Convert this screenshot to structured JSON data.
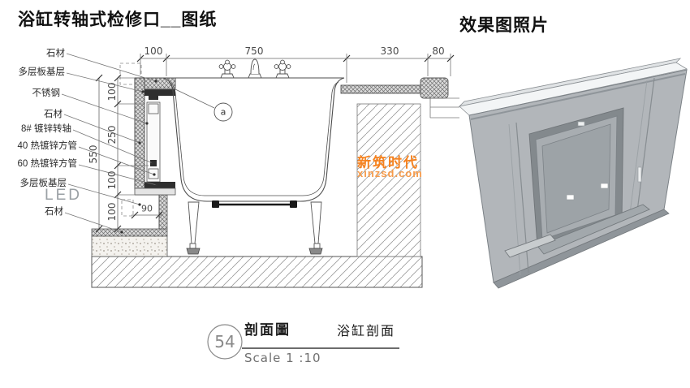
{
  "drawing": {
    "title": "浴缸转轴式检修口__图纸",
    "material_labels": [
      "石材",
      "多层板基层",
      "不锈钢",
      "石材",
      "8# 镀锌转轴",
      "40 热镀锌方管",
      "60 热镀锌方管",
      "多层板基层",
      "LED",
      "石材"
    ],
    "dims": {
      "top": [
        "100",
        "750",
        "330",
        "80"
      ],
      "left": [
        "100",
        "250",
        "100",
        "100"
      ],
      "overall": "550",
      "recess": "90"
    },
    "callout_label": "a",
    "watermark": {
      "title": "新筑时代",
      "url_text": "xinzsd.com",
      "color": "#f5821f"
    },
    "title_block": {
      "number": "54",
      "name": "剖面圖",
      "subtitle": "浴缸剖面",
      "scale": "Scale 1 :10"
    }
  },
  "render_panel": {
    "title": "效果图照片"
  }
}
